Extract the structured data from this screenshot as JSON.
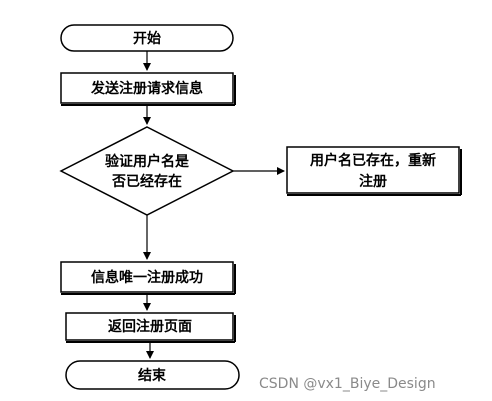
{
  "nodes": {
    "start": "开始",
    "send_request": "发送注册请求信息",
    "decision": [
      "验证用户名是",
      "否已经存在"
    ],
    "exists_box": [
      "用户名已存在，重新",
      "注册"
    ],
    "unique_success": "信息唯一注册成功",
    "return_page": "返回注册页面",
    "end": "结束"
  },
  "watermark": "CSDN @vx1_Biye_Design",
  "colors": {
    "stroke": "#000000",
    "fill": "#ffffff",
    "watermark": "#8a8a8a"
  }
}
